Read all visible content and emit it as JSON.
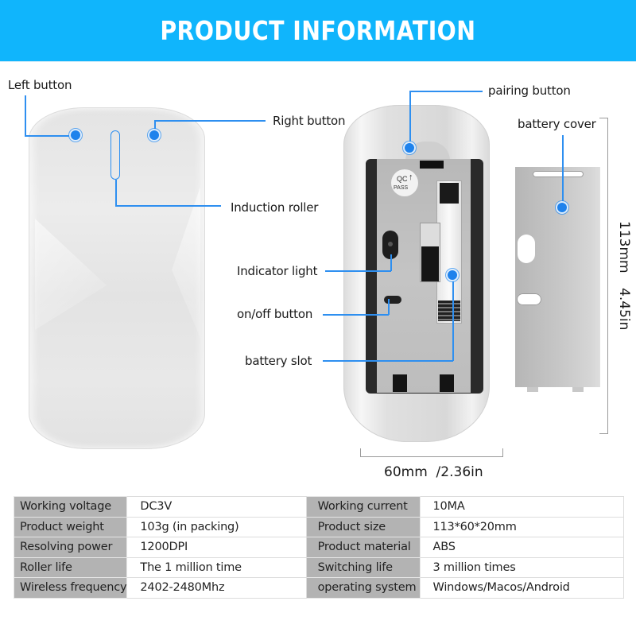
{
  "header": {
    "title": "PRODUCT INFORMATION",
    "background_color": "#10b5fc"
  },
  "callouts": {
    "left_button": "Left button",
    "right_button": "Right button",
    "induction_roller": "Induction roller",
    "pairing_button": "pairing button",
    "battery_cover": "battery cover",
    "indicator_light": "Indicator light",
    "on_off_button": "on/off button",
    "battery_slot": "battery slot",
    "marker_color": "#1e82ec"
  },
  "sticker": {
    "line1": "QC",
    "line2": "PASS"
  },
  "dimensions": {
    "width": "60mm  /2.36in",
    "height_mm": "113mm",
    "height_in": "4.45in"
  },
  "specs": {
    "rows": [
      {
        "label": "Working voltage",
        "value": "DC3V",
        "label2": "Working current",
        "value2": "10MA"
      },
      {
        "label": "Product weight",
        "value": "103g (in packing)",
        "label2": "Product size",
        "value2": "113*60*20mm"
      },
      {
        "label": "Resolving power",
        "value": "1200DPI",
        "label2": "Product material",
        "value2": "ABS"
      },
      {
        "label": "Roller life",
        "value": "The 1 million time",
        "label2": "Switching life",
        "value2": "3 million times"
      },
      {
        "label": "Wireless frequency",
        "value": "2402-2480Mhz",
        "label2": "operating system",
        "value2": "Windows/Macos/Android"
      }
    ]
  }
}
